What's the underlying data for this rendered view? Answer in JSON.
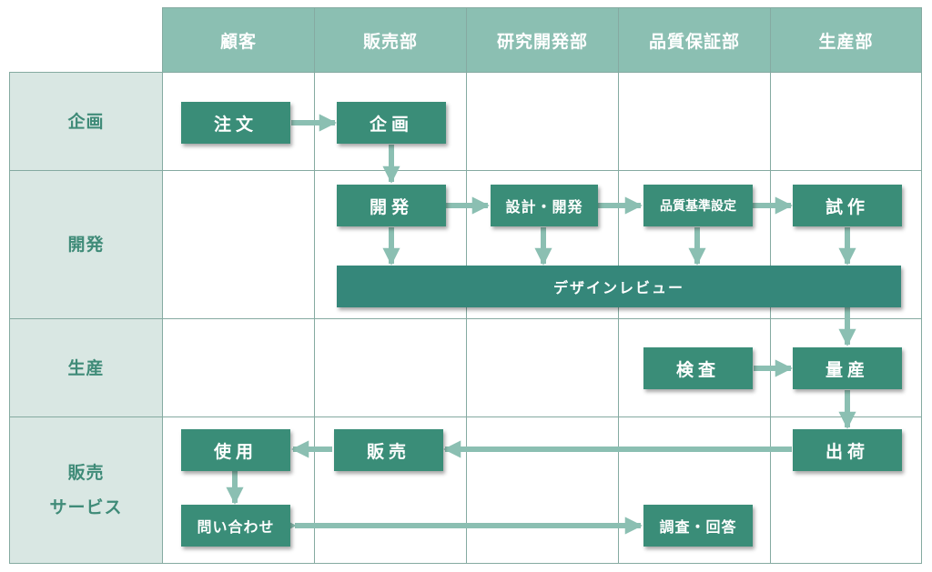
{
  "columns": [
    "顧客",
    "販売部",
    "研究開発部",
    "品質保証部",
    "生産部"
  ],
  "rows": [
    "企画",
    "開発",
    "生産",
    "販売\nサービス"
  ],
  "boxes": {
    "order": "注文",
    "planning": "企画",
    "development": "開発",
    "design_dev": "設計・開発",
    "quality_std": "品質基準設定",
    "prototype": "試作",
    "design_review": "デザインレビュー",
    "inspection": "検査",
    "mass_production": "量産",
    "shipping": "出荷",
    "sales": "販売",
    "use": "使用",
    "inquiry": "問い合わせ",
    "investigation": "調査・回答"
  },
  "colors": {
    "header_bg": "#8bbfb2",
    "row_header_bg": "#d9e7e3",
    "row_header_text": "#3f8b78",
    "box_bg": "#3a8d78",
    "arrow": "#8bbfb2",
    "grid_line": "#85aaa1"
  }
}
